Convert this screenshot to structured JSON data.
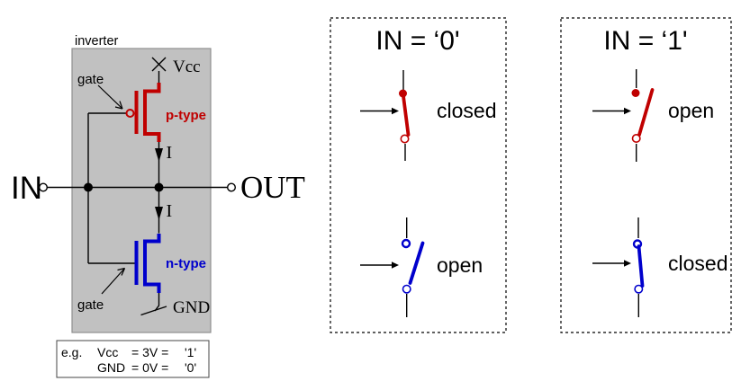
{
  "colors": {
    "red": "#c00000",
    "blue": "#0000cc",
    "panel_gray": "#c1c1c1"
  },
  "inverter_panel": {
    "title": "inverter",
    "vcc_label": "Vcc",
    "gnd_label": "GND",
    "in_label": "IN",
    "out_label": "OUT",
    "p_type_label": "p-type",
    "n_type_label": "n-type",
    "gate_label_top": "gate",
    "gate_label_bottom": "gate",
    "current_label_top": "I",
    "current_label_bottom": "I"
  },
  "example_box": {
    "prefix": "e.g.",
    "rows": [
      {
        "label": "Vcc",
        "eq": "= 3V =",
        "value": "'1'"
      },
      {
        "label": "GND",
        "eq": "= 0V =",
        "value": "'0'"
      }
    ]
  },
  "case_in0": {
    "title": "IN = ‘0'",
    "p_switch_state": "closed",
    "n_switch_state": "open"
  },
  "case_in1": {
    "title": "IN = ‘1'",
    "p_switch_state": "open",
    "n_switch_state": "closed"
  }
}
